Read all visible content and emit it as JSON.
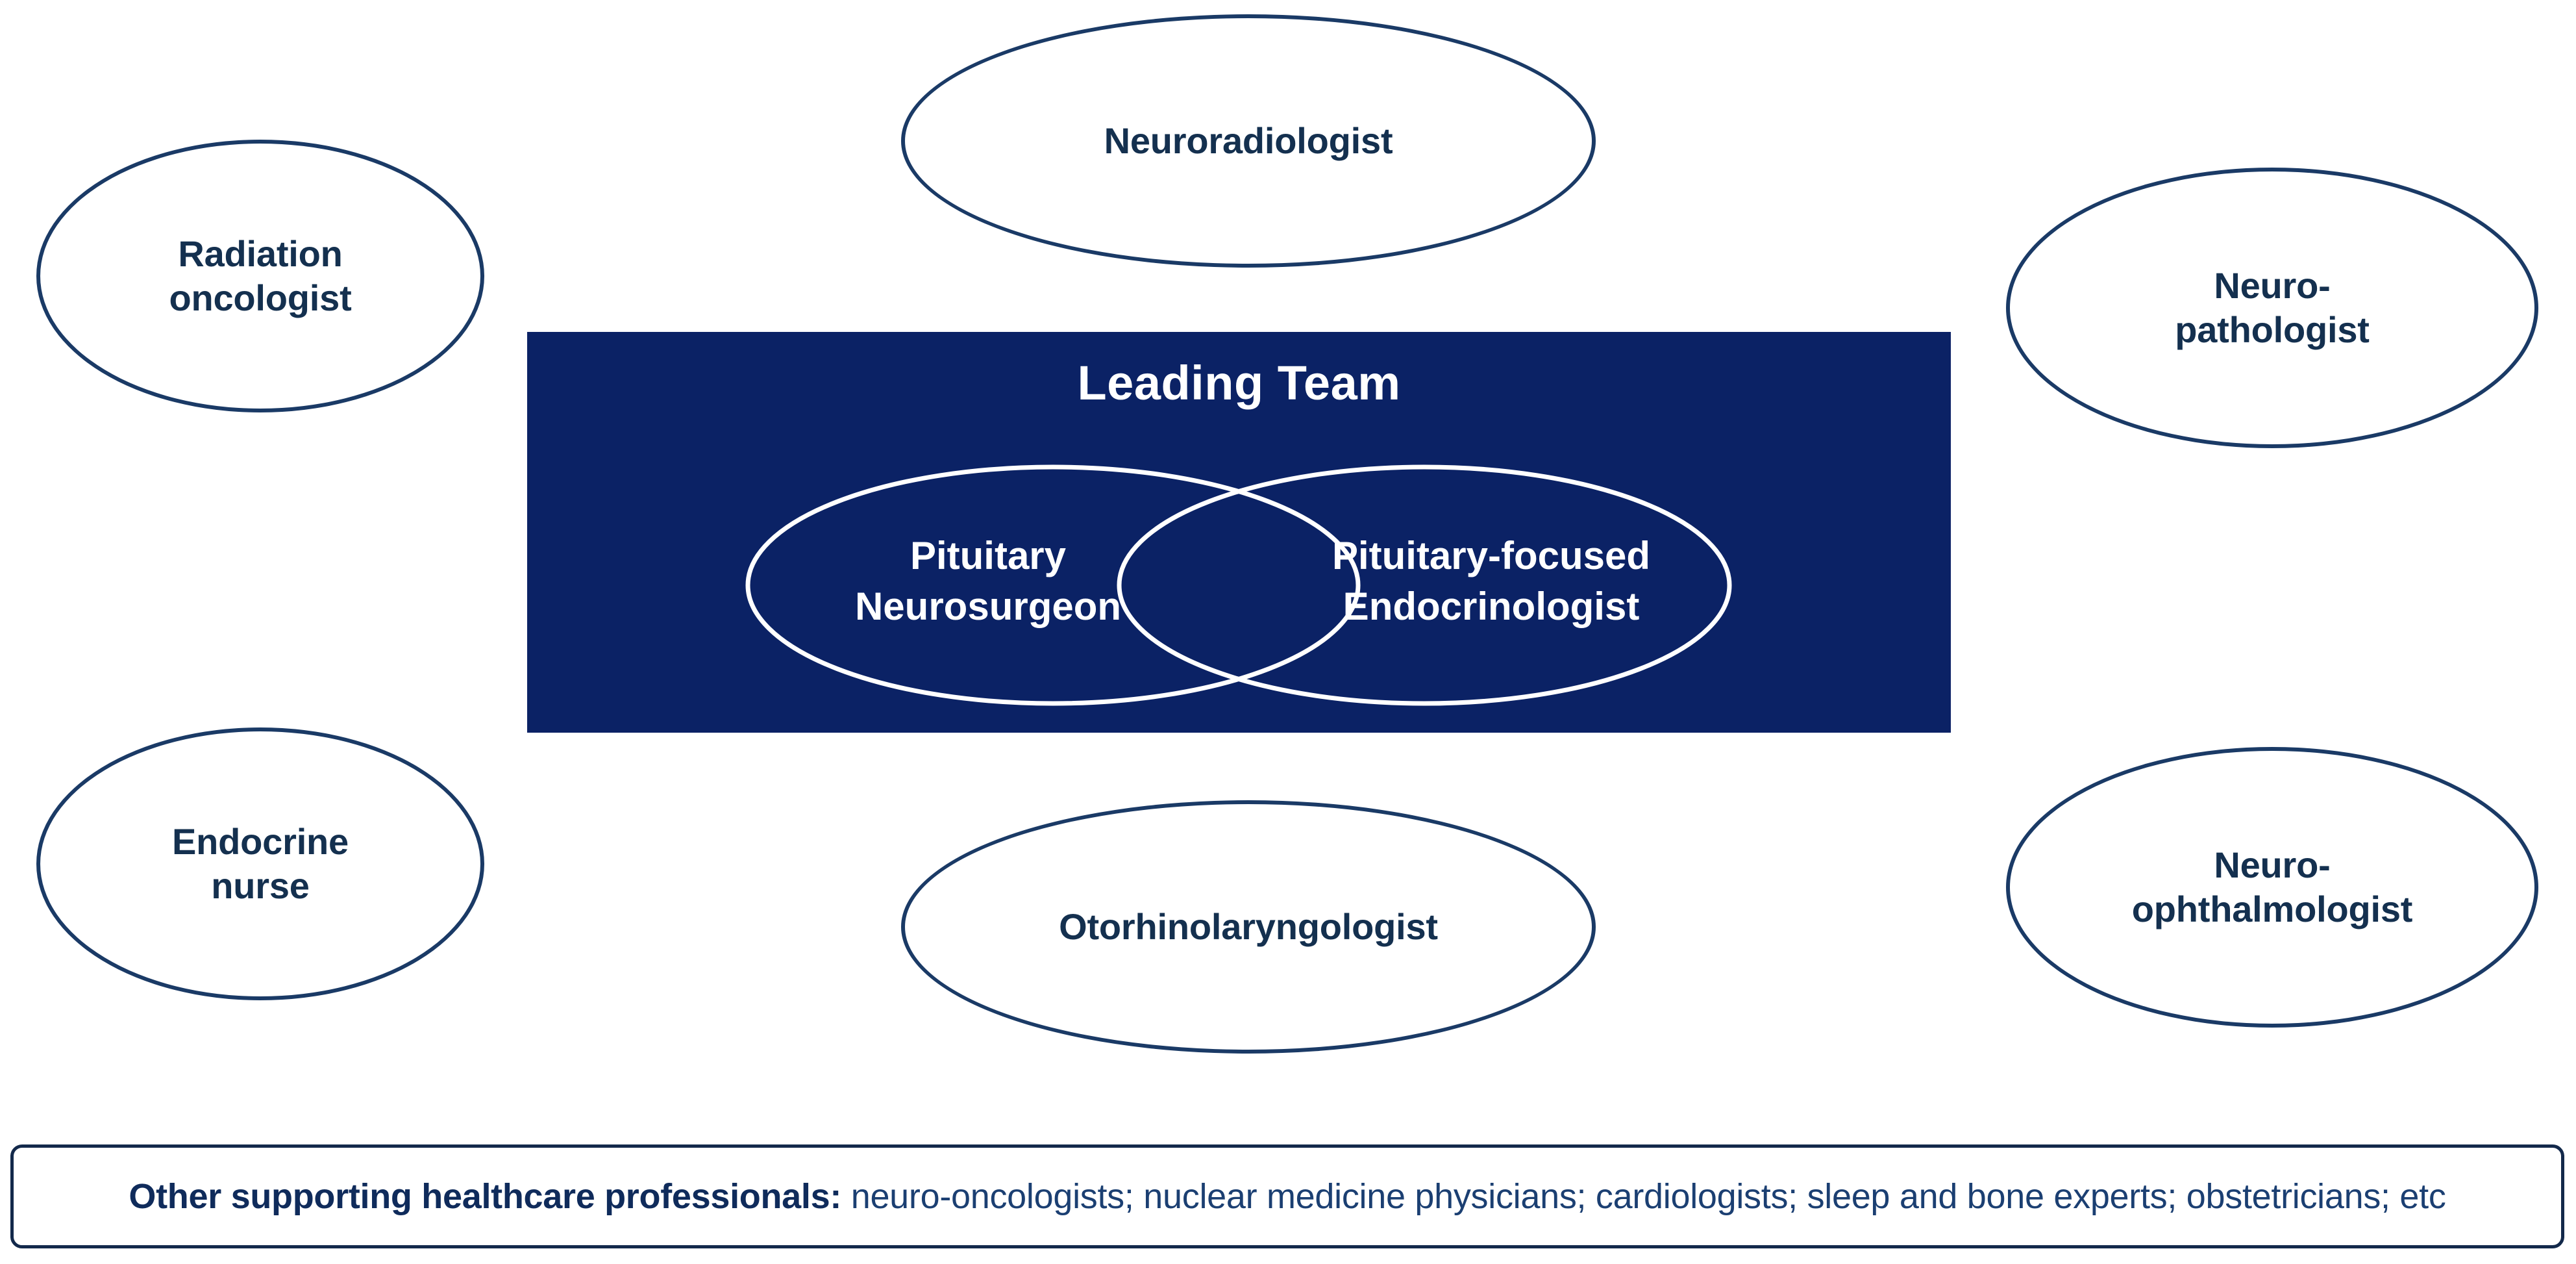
{
  "diagram": {
    "title": "Multidisciplinary pituitary care team",
    "colors": {
      "panel_fill": "#0b2265",
      "panel_text": "#ffffff",
      "node_stroke": "#1a3a66",
      "node_text": "#14304f",
      "bar_border": "#13294b",
      "bar_text": "#1b3f72"
    }
  },
  "leading_team": {
    "title": "Leading Team",
    "venn": {
      "left_label_line1": "Pituitary",
      "left_label_line2": "Neurosurgeon",
      "right_label_line1": "Pituitary-focused",
      "right_label_line2": "Endocrinologist"
    }
  },
  "satellites": [
    {
      "id": "radiation-oncologist",
      "label": "Radiation\noncologist"
    },
    {
      "id": "neuroradiologist",
      "label": "Neuroradiologist"
    },
    {
      "id": "neuropathologist",
      "label": "Neuro-\npathologist"
    },
    {
      "id": "endocrine-nurse",
      "label": "Endocrine\nnurse"
    },
    {
      "id": "otorhinolaryngologist",
      "label": "Otorhinolaryngologist"
    },
    {
      "id": "neuro-ophthalmologist",
      "label": "Neuro-\nophthalmologist"
    }
  ],
  "support_bar": {
    "heading": "Other supporting healthcare professionals:",
    "body": " neuro-oncologists; nuclear medicine physicians; cardiologists; sleep and bone experts; obstetricians; etc"
  }
}
